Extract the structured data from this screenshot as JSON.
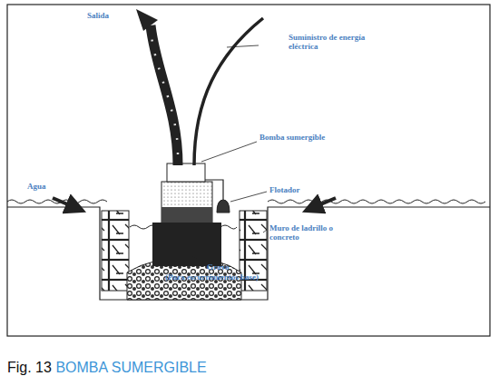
{
  "diagram": {
    "caption": "Fig. 13 BOMBA SUMERGIBLE",
    "labels": [
      "Salida",
      "Suministro de energía eléctrica",
      "Agua",
      "Bomba sumergible",
      "Flotador",
      "Muro de ladrillo o concreto",
      "Grava",
      "(Para escurrimientos base)"
    ]
  }
}
